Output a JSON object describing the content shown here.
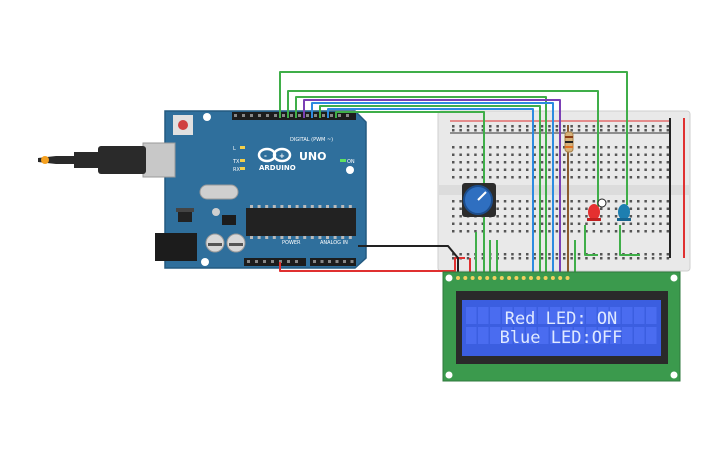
{
  "arduino": {
    "brand": "ARDUINO",
    "model": "UNO",
    "digital_header": "DIGITAL (PWM ~)",
    "analog_header": "ANALOG IN",
    "power_header": "POWER",
    "on_label": "ON",
    "tx_label": "TX",
    "rx_label": "RX",
    "l_label": "L"
  },
  "lcd": {
    "line1": "Red LED: ON",
    "line2": "Blue LED:OFF"
  },
  "colors": {
    "board": "#2f6f9c",
    "wire_green": "#3fae49",
    "wire_blue": "#2d8be0",
    "wire_purple": "#7b3fb5",
    "wire_red": "#e03030",
    "wire_black": "#222222",
    "lcd_pcb": "#3b9a4d",
    "lcd_screen": "#3b5ee0"
  }
}
